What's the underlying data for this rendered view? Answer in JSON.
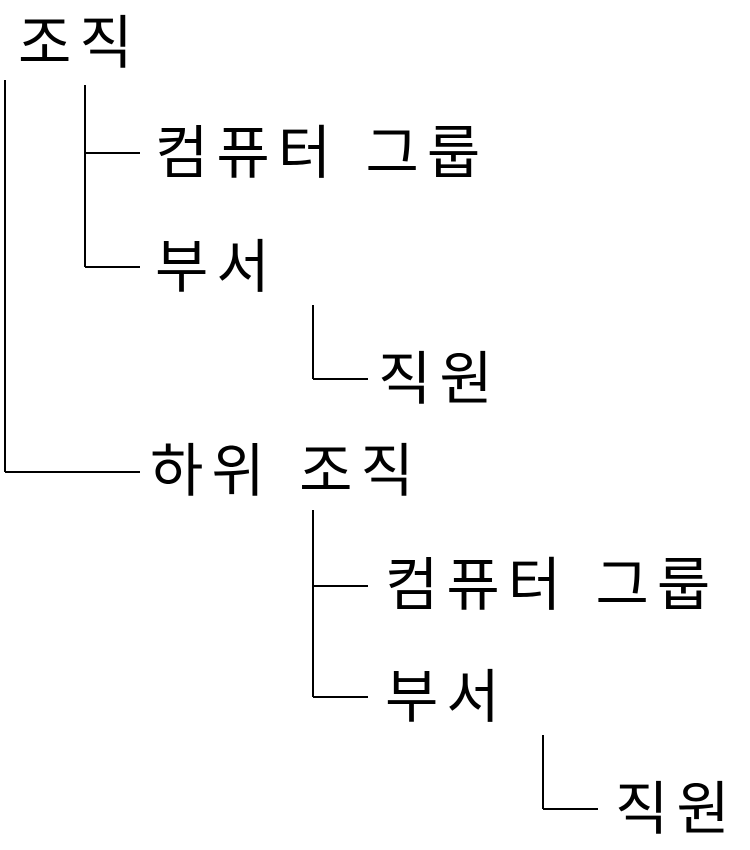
{
  "tree": {
    "root": {
      "label": "조직"
    },
    "root_computer_group": {
      "label": "컴퓨터 그룹"
    },
    "root_department": {
      "label": "부서"
    },
    "root_department_employee": {
      "label": "직원"
    },
    "sub_org": {
      "label": "하위 조직"
    },
    "sub_org_computer_group": {
      "label": "컴퓨터 그룹"
    },
    "sub_org_department": {
      "label": "부서"
    },
    "sub_org_department_employee": {
      "label": "직원"
    }
  }
}
